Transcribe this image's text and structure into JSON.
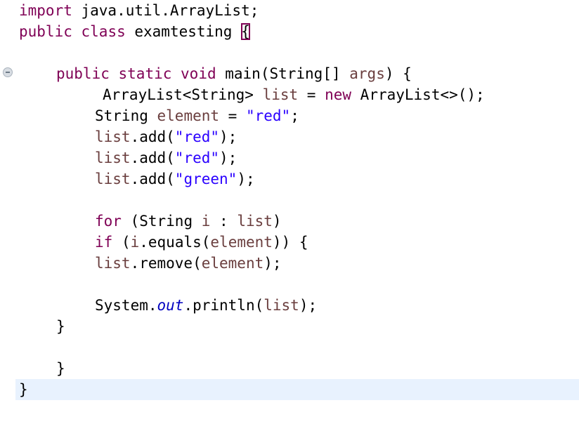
{
  "editor": {
    "lines": [
      [
        {
          "t": "import",
          "c": "kw"
        },
        {
          "t": " java.util.ArrayList;"
        }
      ],
      [
        {
          "t": "public",
          "c": "kw"
        },
        {
          "t": " "
        },
        {
          "t": "class",
          "c": "kw"
        },
        {
          "t": " examtesting "
        },
        {
          "t": "{",
          "c": "bracket"
        }
      ],
      [],
      [
        {
          "t": "public",
          "c": "kw"
        },
        {
          "t": " "
        },
        {
          "t": "static",
          "c": "kw"
        },
        {
          "t": " "
        },
        {
          "t": "void",
          "c": "kw"
        },
        {
          "t": " main(String[] "
        },
        {
          "t": "args",
          "c": "var"
        },
        {
          "t": ") {"
        }
      ],
      [
        {
          "t": "ArrayList<String> "
        },
        {
          "t": "list",
          "c": "var"
        },
        {
          "t": " = "
        },
        {
          "t": "new",
          "c": "kw"
        },
        {
          "t": " ArrayList<>();"
        }
      ],
      [
        {
          "t": "String "
        },
        {
          "t": "element",
          "c": "var"
        },
        {
          "t": " = "
        },
        {
          "t": "\"red\"",
          "c": "str"
        },
        {
          "t": ";"
        }
      ],
      [
        {
          "t": "list",
          "c": "var"
        },
        {
          "t": ".add("
        },
        {
          "t": "\"red\"",
          "c": "str"
        },
        {
          "t": ");"
        }
      ],
      [
        {
          "t": "list",
          "c": "var"
        },
        {
          "t": ".add("
        },
        {
          "t": "\"red\"",
          "c": "str"
        },
        {
          "t": ");"
        }
      ],
      [
        {
          "t": "list",
          "c": "var"
        },
        {
          "t": ".add("
        },
        {
          "t": "\"green\"",
          "c": "str"
        },
        {
          "t": ");"
        }
      ],
      [],
      [
        {
          "t": "for",
          "c": "kw"
        },
        {
          "t": " (String "
        },
        {
          "t": "i",
          "c": "var"
        },
        {
          "t": " : "
        },
        {
          "t": "list",
          "c": "var"
        },
        {
          "t": ")"
        }
      ],
      [
        {
          "t": "if",
          "c": "kw"
        },
        {
          "t": " ("
        },
        {
          "t": "i",
          "c": "var"
        },
        {
          "t": ".equals("
        },
        {
          "t": "element",
          "c": "var"
        },
        {
          "t": ")) {"
        }
      ],
      [
        {
          "t": "list",
          "c": "var"
        },
        {
          "t": ".remove("
        },
        {
          "t": "element",
          "c": "var"
        },
        {
          "t": ");"
        }
      ],
      [],
      [
        {
          "t": "System."
        },
        {
          "t": "out",
          "c": "field"
        },
        {
          "t": ".println("
        },
        {
          "t": "list",
          "c": "var"
        },
        {
          "t": ");"
        }
      ],
      [
        {
          "t": "}"
        }
      ],
      [],
      [
        {
          "t": "}"
        }
      ],
      [
        {
          "t": "}"
        }
      ]
    ],
    "current_line": 19
  },
  "colors": {
    "keyword": "#7f0055",
    "string": "#2a00ff",
    "variable": "#6a3e3e",
    "field": "#0000c0",
    "current_line": "#e8f2fe"
  }
}
